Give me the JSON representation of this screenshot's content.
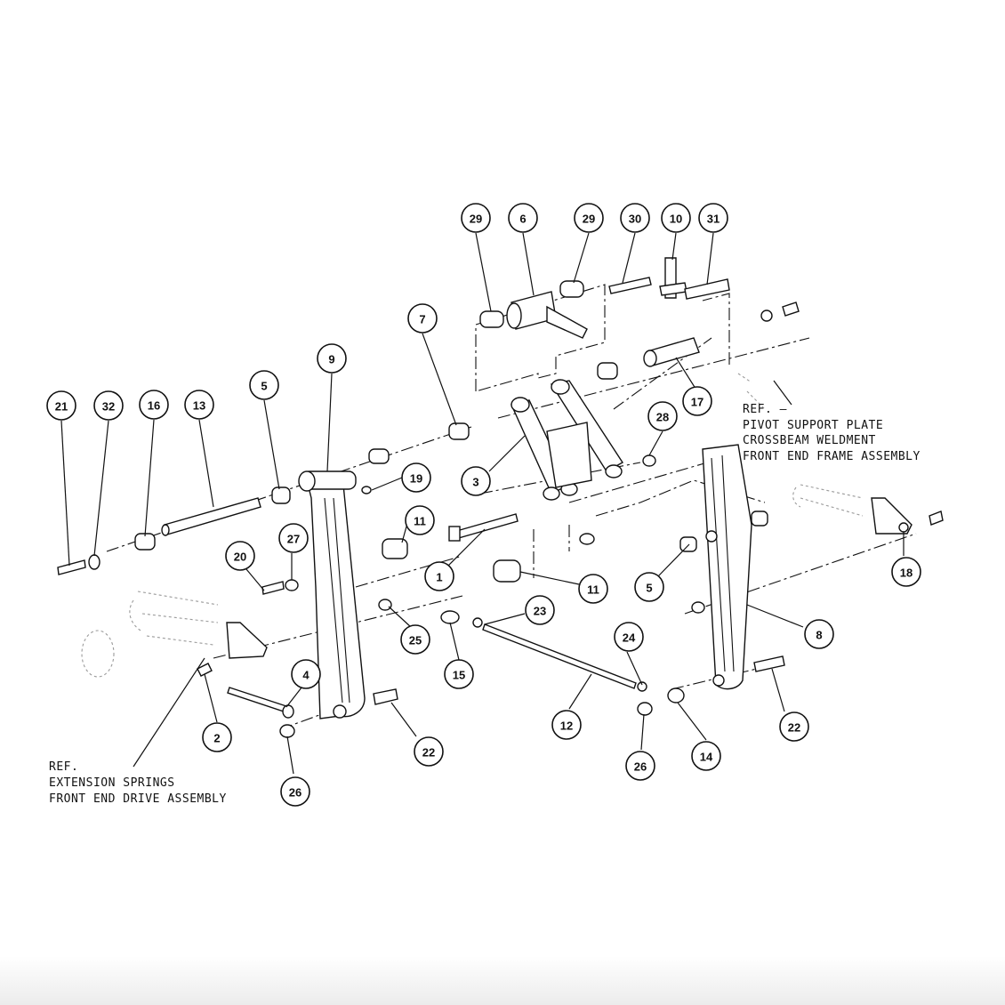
{
  "callouts": [
    {
      "id": "c-29a",
      "label": "29"
    },
    {
      "id": "c-6",
      "label": "6"
    },
    {
      "id": "c-29b",
      "label": "29"
    },
    {
      "id": "c-30",
      "label": "30"
    },
    {
      "id": "c-10",
      "label": "10"
    },
    {
      "id": "c-31",
      "label": "31"
    },
    {
      "id": "c-7",
      "label": "7"
    },
    {
      "id": "c-9",
      "label": "9"
    },
    {
      "id": "c-5a",
      "label": "5"
    },
    {
      "id": "c-21",
      "label": "21"
    },
    {
      "id": "c-32",
      "label": "32"
    },
    {
      "id": "c-16",
      "label": "16"
    },
    {
      "id": "c-13",
      "label": "13"
    },
    {
      "id": "c-17",
      "label": "17"
    },
    {
      "id": "c-28",
      "label": "28"
    },
    {
      "id": "c-3",
      "label": "3"
    },
    {
      "id": "c-19",
      "label": "19"
    },
    {
      "id": "c-11a",
      "label": "11"
    },
    {
      "id": "c-1",
      "label": "1"
    },
    {
      "id": "c-11b",
      "label": "11"
    },
    {
      "id": "c-5b",
      "label": "5"
    },
    {
      "id": "c-18",
      "label": "18"
    },
    {
      "id": "c-20",
      "label": "20"
    },
    {
      "id": "c-27",
      "label": "27"
    },
    {
      "id": "c-25",
      "label": "25"
    },
    {
      "id": "c-23",
      "label": "23"
    },
    {
      "id": "c-15",
      "label": "15"
    },
    {
      "id": "c-8",
      "label": "8"
    },
    {
      "id": "c-24",
      "label": "24"
    },
    {
      "id": "c-4",
      "label": "4"
    },
    {
      "id": "c-12",
      "label": "12"
    },
    {
      "id": "c-22a",
      "label": "22"
    },
    {
      "id": "c-22b",
      "label": "22"
    },
    {
      "id": "c-14",
      "label": "14"
    },
    {
      "id": "c-26a",
      "label": "26"
    },
    {
      "id": "c-26b",
      "label": "26"
    },
    {
      "id": "c-2",
      "label": "2"
    }
  ],
  "references": {
    "right": [
      "REF. —",
      "PIVOT SUPPORT PLATE",
      "CROSSBEAM WELDMENT",
      "FRONT END FRAME ASSEMBLY"
    ],
    "left": [
      "REF.",
      "EXTENSION SPRINGS",
      "FRONT END DRIVE ASSEMBLY"
    ]
  }
}
